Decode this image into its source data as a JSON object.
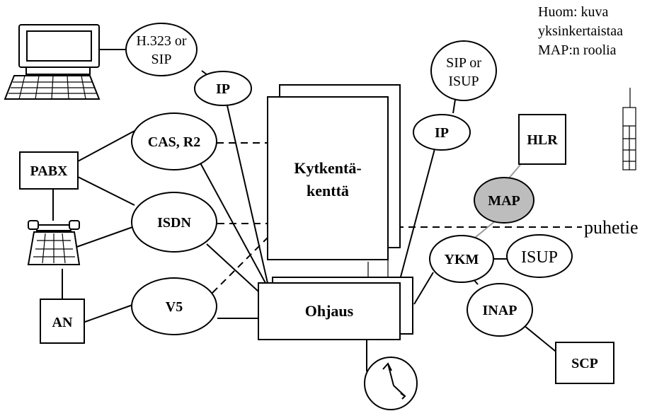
{
  "diagram": {
    "note_lines": [
      "Huom: kuva",
      "yksinkertaistaa",
      "MAP:n roolia"
    ],
    "switching_field": [
      "Kytkentä-",
      "kenttä"
    ],
    "control": "Ohjaus",
    "speech_path": "puhetie",
    "nodes": {
      "h323_sip": [
        "H.323 or",
        "SIP"
      ],
      "ip_left": "IP",
      "cas_r2": "CAS, R2",
      "pabx": "PABX",
      "isdn": "ISDN",
      "an": "AN",
      "v5": "V5",
      "sip_isup": [
        "SIP or",
        "ISUP"
      ],
      "ip_right": "IP",
      "hlr": "HLR",
      "map": "MAP",
      "ykm": "YKM",
      "isup": "ISUP",
      "inap": "INAP",
      "scp": "SCP"
    },
    "icons": {
      "computer": "computer-icon",
      "telephone": "telephone-icon",
      "mobile": "mobile-phone-icon",
      "clock": "clock-icon"
    },
    "colors": {
      "map_fill": "#bdbdbd",
      "hlr_map_link": "#9a9a9a"
    }
  }
}
